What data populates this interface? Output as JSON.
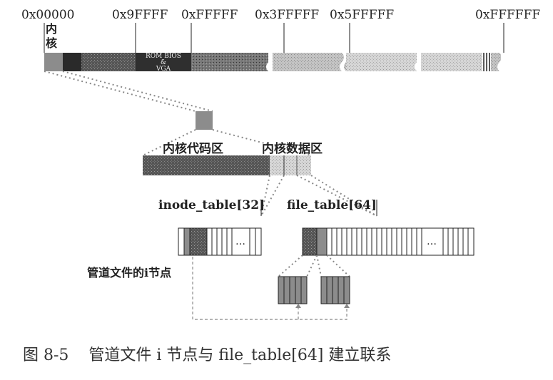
{
  "memory_map": {
    "addresses": [
      "0x00000",
      "0x9FFFF",
      "0xFFFFF",
      "0x3FFFFF",
      "0x5FFFFF",
      "0xFFFFFF"
    ],
    "kernel_label_line1": "内",
    "kernel_label_line2": "核",
    "rom_line1": "ROM BIOS",
    "rom_line2": "&",
    "rom_line3": "VGA"
  },
  "kernel_zoom": {
    "code_label": "内核代码区",
    "data_label": "内核数据区"
  },
  "tables": {
    "inode_label": "inode_table[32]",
    "file_label": "file_table[64]",
    "ellipsis": "…",
    "pipe_inode_label": "管道文件的i节点"
  },
  "caption": "图 8-5    管道文件 i 节点与 file_table[64] 建立联系",
  "colors": {
    "dark": "#303030",
    "kernel_gray": "#8c8c8c",
    "hatch_dark": "#4a4a4a",
    "light_stipple": "#b8b8b8",
    "dotted": "#888888"
  }
}
